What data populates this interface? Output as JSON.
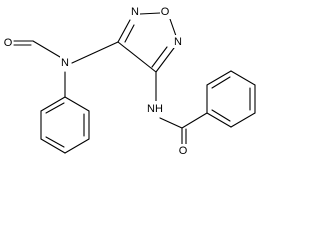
{
  "molecule": {
    "atoms": {
      "oxadiazole_n_top": "N",
      "oxadiazole_o": "O",
      "oxadiazole_n_right": "N",
      "amine_n": "N",
      "formyl_o": "O",
      "amide_nh": "NH",
      "amide_o": "O"
    }
  }
}
